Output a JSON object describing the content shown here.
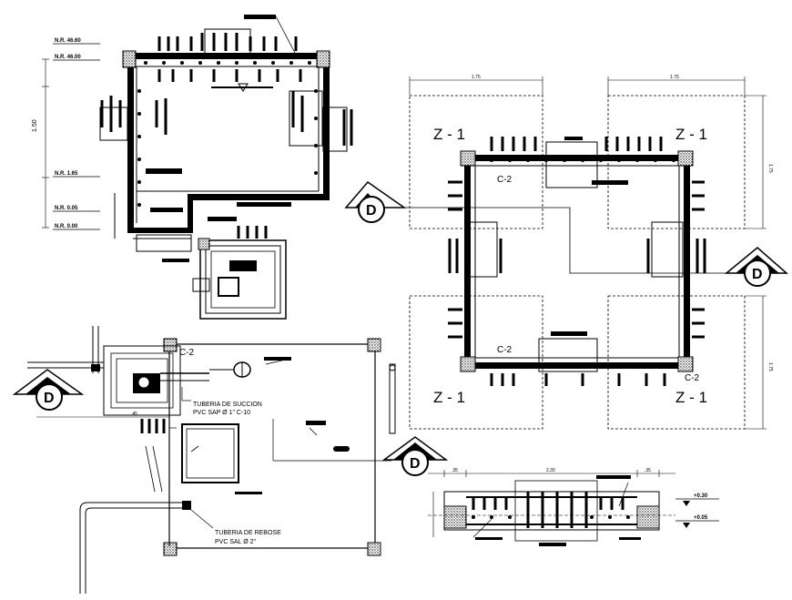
{
  "zone_labels": {
    "z1_top_left": "Z - 1",
    "z1_top_right": "Z - 1",
    "z1_bottom_left": "Z - 1",
    "z1_bottom_right": "Z - 1"
  },
  "column_labels": {
    "c2_top": "C-2",
    "c2_bottom": "C-2",
    "c2_right": "C-2",
    "c2_plan": "C-2"
  },
  "section_markers": {
    "d1": "D",
    "d2": "D",
    "d3": "D",
    "d4": "D"
  },
  "dimensions": {
    "top_left": "1.75",
    "top_right": "1.75",
    "right_top": "1.75",
    "right_bottom": "1.75",
    "left_height": "1.50",
    "section_width": "2.30",
    "section_left": ".35",
    "section_right": ".35",
    "plan_small": ".45"
  },
  "levels": {
    "nr1": "N.R. 46.60",
    "nr2": "N.R. 46.00",
    "nr3": "N.R. 1.65",
    "nr4": "N.R. 0.05",
    "nr5": "N.R. 0.00",
    "sec1": "+0.30",
    "sec2": "+0.05"
  },
  "notes": {
    "suction_line1": "TUBERIA DE SUCCION",
    "suction_line2": "PVC SAP Ø 1\" C-10",
    "overflow_line1": "TUBERIA DE REBOSE",
    "overflow_line2": "PVC SAL Ø 2\""
  }
}
